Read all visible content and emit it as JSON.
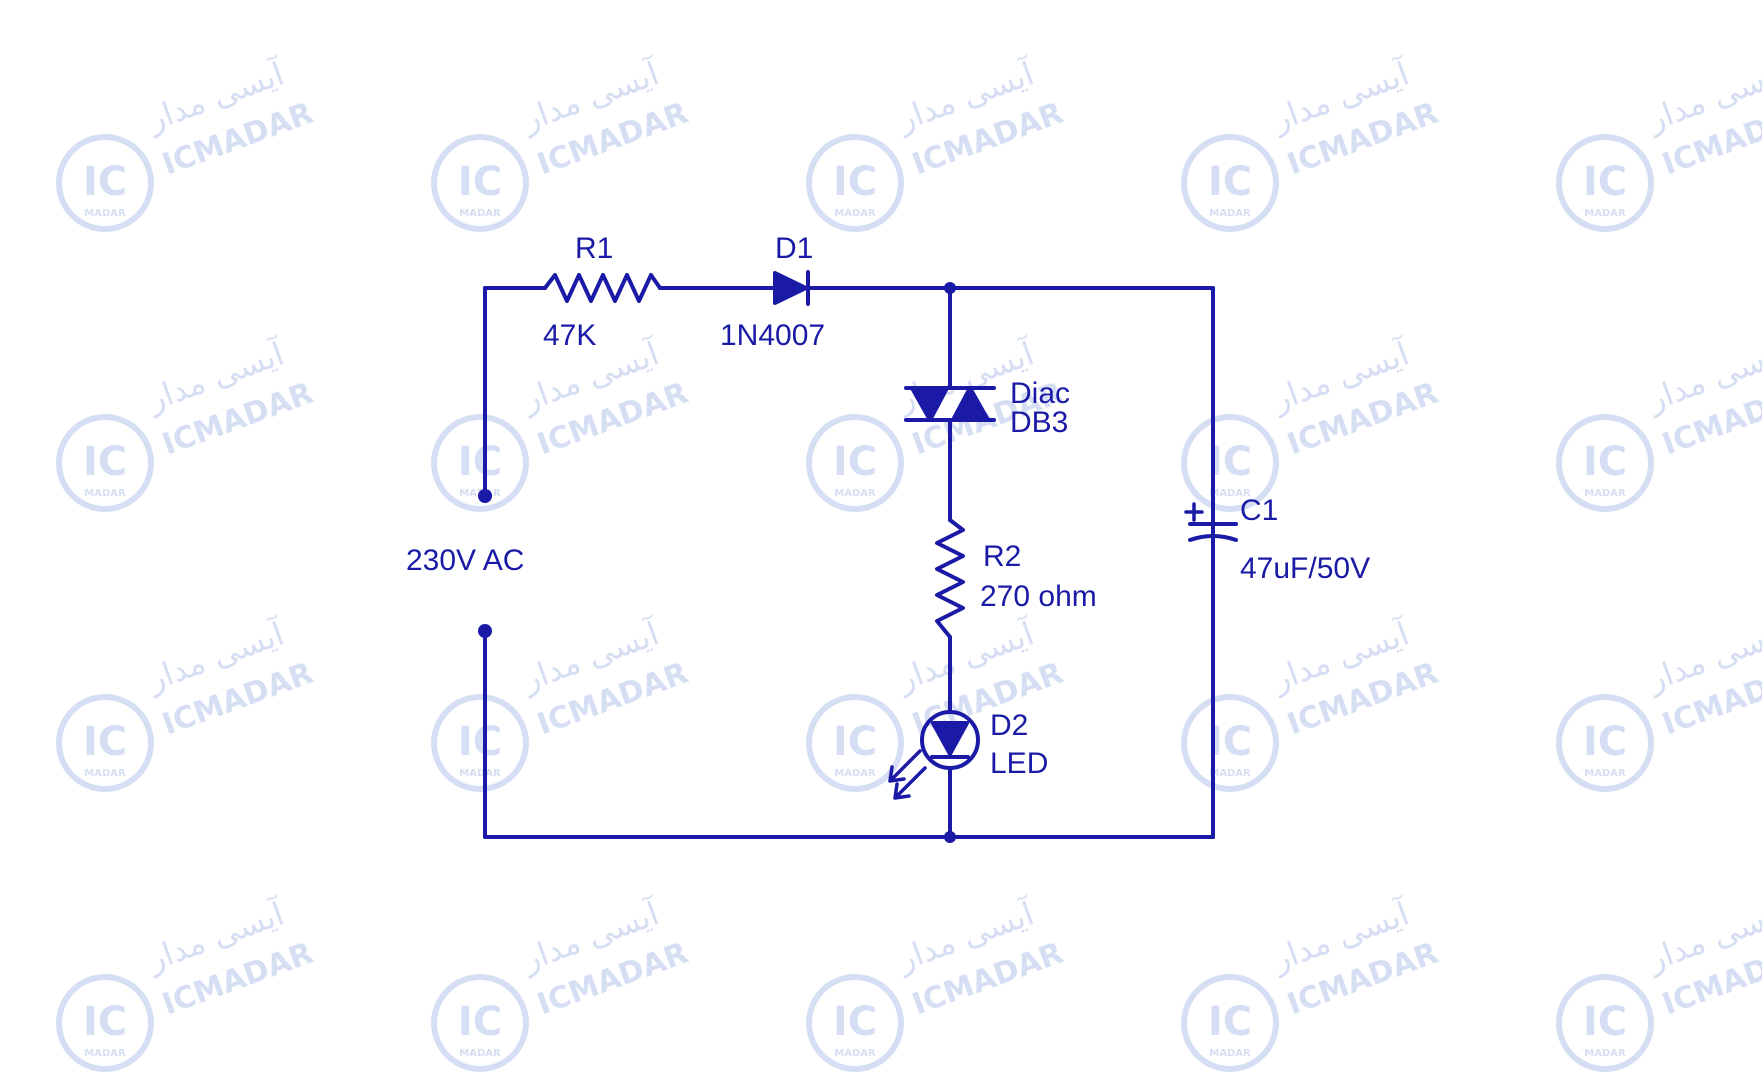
{
  "colors": {
    "circuit": "#1a1aa6",
    "watermark": "#d6def3",
    "background": "#ffffff"
  },
  "watermark": {
    "logo_letters": "IC",
    "logo_sub": "MADAR",
    "brand_latin": "ICMADAR",
    "brand_persian": "آیسی مدار",
    "icon": "ic-logo-icon"
  },
  "components": {
    "r1": {
      "ref": "R1",
      "value": "47K"
    },
    "d1": {
      "ref": "D1",
      "value": "1N4007"
    },
    "diac": {
      "ref": "Diac",
      "value": "DB3"
    },
    "r2": {
      "ref": "R2",
      "value": "270 ohm"
    },
    "c1": {
      "ref": "C1",
      "value": "47uF/50V"
    },
    "d2": {
      "ref": "D2",
      "value": "LED"
    },
    "source": {
      "label": "230V AC"
    }
  }
}
